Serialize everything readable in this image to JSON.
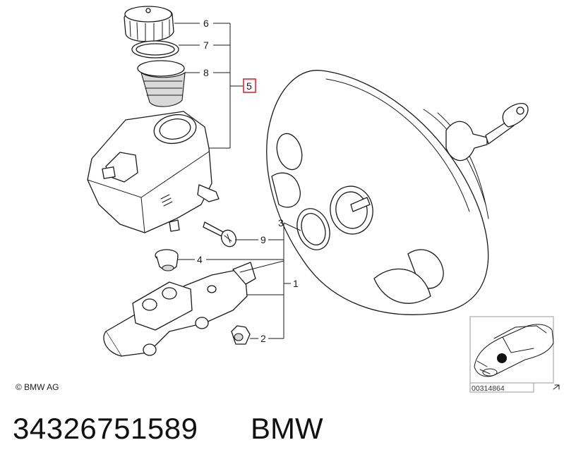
{
  "diagram": {
    "callouts": {
      "c1": "1",
      "c2": "2",
      "c3": "3",
      "c4": "4",
      "c5": "5",
      "c6": "6",
      "c7": "7",
      "c8": "8",
      "c9": "9"
    },
    "highlighted_callout": "5",
    "copyright": "© BMW AG",
    "image_code": "00314864",
    "colors": {
      "highlight": "#e3262e",
      "line": "#1a1a1a"
    }
  },
  "footer": {
    "part_number": "34326751589",
    "brand": "BMW"
  }
}
